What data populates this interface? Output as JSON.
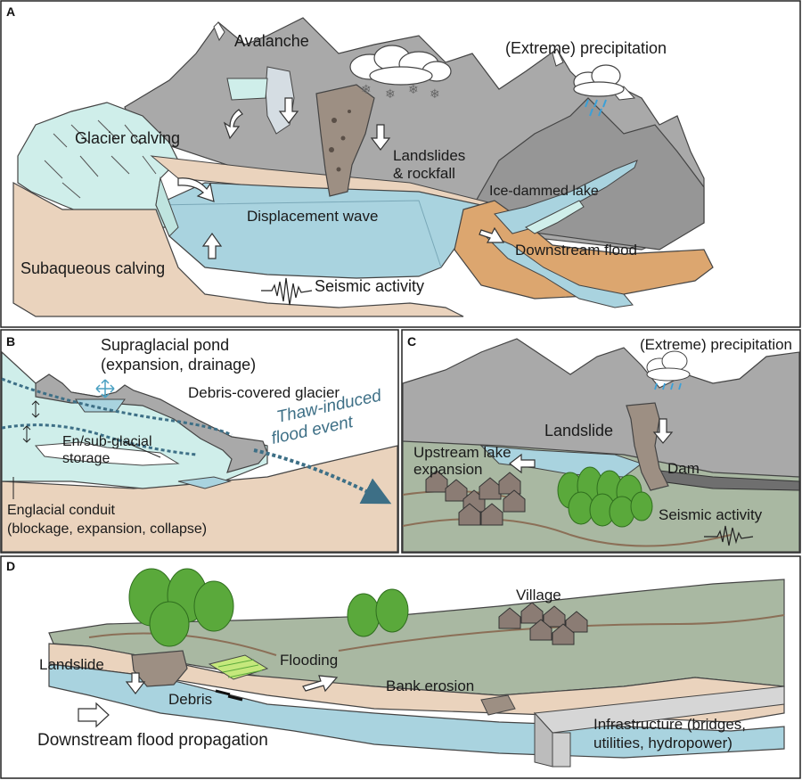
{
  "panel_a": {
    "letter": "A",
    "avalanche": "Avalanche",
    "precipitation": "(Extreme) precipitation",
    "glacier_calving": "Glacier calving",
    "landslides_1": "Landslides",
    "landslides_2": "& rockfall",
    "ice_dammed_lake": "Ice-dammed lake",
    "displacement_wave": "Displacement wave",
    "downstream_flood": "Downstream flood",
    "subaqueous_calving": "Subaqueous calving",
    "seismic_activity": "Seismic activity"
  },
  "panel_b": {
    "letter": "B",
    "pond_1": "Supraglacial pond",
    "pond_2": "(expansion, drainage)",
    "debris_glacier": "Debris-covered glacier",
    "thaw_1": "Thaw-induced",
    "thaw_2": "flood event",
    "storage_1": "En/sub-glacial",
    "storage_2": "storage",
    "conduit_1": "Englacial conduit",
    "conduit_2": "(blockage, expansion, collapse)"
  },
  "panel_c": {
    "letter": "C",
    "precipitation": "(Extreme) precipitation",
    "landslide": "Landslide",
    "upstream_1": "Upstream lake",
    "upstream_2": "expansion",
    "dam": "Dam",
    "seismic_activity": "Seismic activity"
  },
  "panel_d": {
    "letter": "D",
    "village": "Village",
    "landslide": "Landslide",
    "flooding": "Flooding",
    "debris": "Debris",
    "bank_erosion": "Bank erosion",
    "propagation": "Downstream flood propagation",
    "infra_1": "Infrastructure (bridges,",
    "infra_2": "utilities, hydropower)"
  },
  "colors": {
    "mountain": "#a9a9a9",
    "mountain_dark": "#8e8e8e",
    "snow": "#ffffff",
    "ice": "#cfeeea",
    "lake": "#a9d3df",
    "ground": "#ead3bd",
    "orange": "#dca66f",
    "grass": "#a9b8a2",
    "tree": "#5aa93b",
    "house": "#8b7c74",
    "debris": "#9d8f83",
    "text_blue": "#3d6f86"
  }
}
